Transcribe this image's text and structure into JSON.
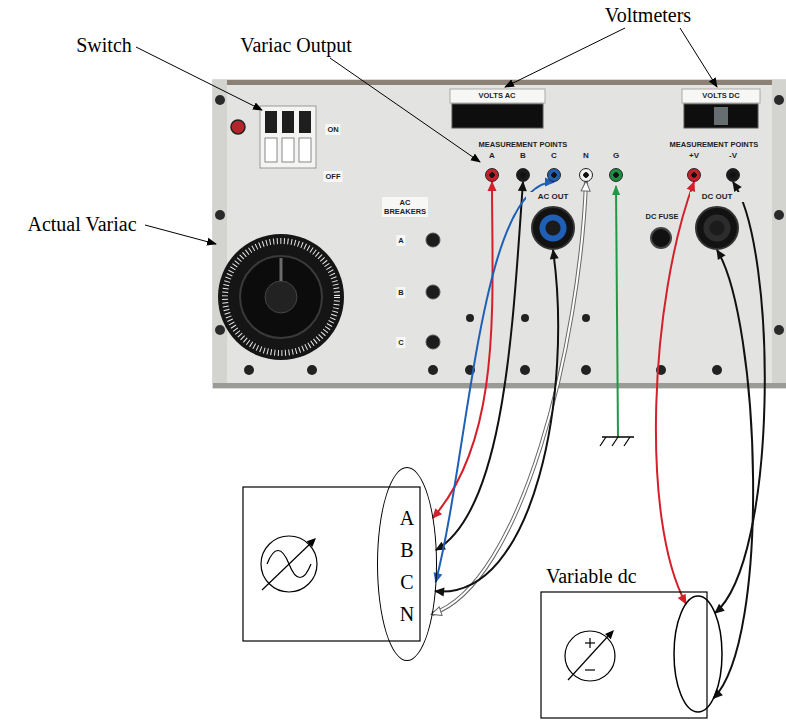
{
  "diagram": {
    "nodes": [
      {
        "text": [
          "A"
        ]
      },
      {
        "text": [
          "B"
        ]
      },
      {
        "text": [
          "C"
        ]
      },
      {
        "text": [
          "N"
        ]
      },
      {
        "text": [
          "G"
        ]
      },
      {
        "text": [
          "AC OUT"
        ]
      },
      {
        "text": [
          "+V"
        ]
      },
      {
        "text": [
          "-V"
        ]
      },
      {
        "text": [
          "DC OUT"
        ]
      },
      {
        "text": [
          "A",
          "B",
          "C",
          "N"
        ]
      },
      {
        "text": [
          "Variable dc"
        ]
      }
    ],
    "edges": [
      {
        "from": 0,
        "to": 9,
        "arrow": "both"
      },
      {
        "from": 1,
        "to": 9,
        "arrow": "both"
      },
      {
        "from": 2,
        "to": 9,
        "arrow": "both"
      },
      {
        "from": 3,
        "to": 9,
        "arrow": "both"
      },
      {
        "from": 5,
        "to": 9,
        "arrow": "both"
      },
      {
        "from": 6,
        "to": 10,
        "arrow": "both"
      },
      {
        "from": 7,
        "to": 10,
        "arrow": "both"
      },
      {
        "from": 8,
        "to": 10,
        "arrow": "both"
      }
    ],
    "labels": [
      "Voltmeters",
      "Switch",
      "Variac Output",
      "Actual Variac",
      "ON",
      "OFF",
      "VOLTS AC",
      "MEASUREMENT POINTS",
      "VOLTS DC",
      "MEASUREMENT POINTS",
      "AC BREAKERS",
      "A",
      "B",
      "C",
      "DC FUSE"
    ]
  }
}
